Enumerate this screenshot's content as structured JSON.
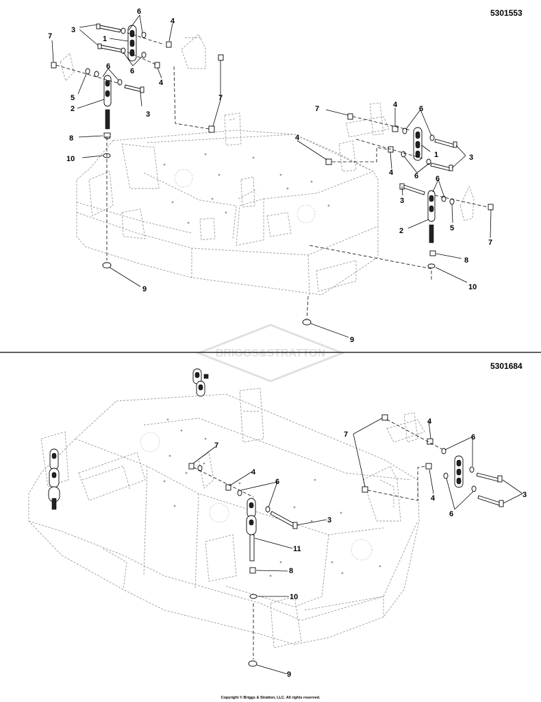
{
  "header": {
    "part_number_top": "5301553",
    "part_number_bottom": "5301684"
  },
  "watermark": {
    "text": "BRIGGS&STRATTON"
  },
  "footer": {
    "copyright": "Copyright © Briggs & Stratton, LLC. All rights reserved."
  },
  "top_callouts": [
    {
      "id": "t1",
      "label": "6"
    },
    {
      "id": "t2",
      "label": "3"
    },
    {
      "id": "t3",
      "label": "1"
    },
    {
      "id": "t4",
      "label": "4"
    },
    {
      "id": "t5",
      "label": "7"
    },
    {
      "id": "t6",
      "label": "6"
    },
    {
      "id": "t7",
      "label": "6"
    },
    {
      "id": "t8",
      "label": "4"
    },
    {
      "id": "t9",
      "label": "5"
    },
    {
      "id": "t10",
      "label": "3"
    },
    {
      "id": "t11",
      "label": "2"
    },
    {
      "id": "t12",
      "label": "7"
    },
    {
      "id": "t13",
      "label": "8"
    },
    {
      "id": "t14",
      "label": "10"
    },
    {
      "id": "t15",
      "label": "9"
    },
    {
      "id": "t16",
      "label": "7"
    },
    {
      "id": "t17",
      "label": "4"
    },
    {
      "id": "t18",
      "label": "6"
    },
    {
      "id": "t19",
      "label": "4"
    },
    {
      "id": "t20",
      "label": "1"
    },
    {
      "id": "t21",
      "label": "3"
    },
    {
      "id": "t22",
      "label": "4"
    },
    {
      "id": "t23",
      "label": "6"
    },
    {
      "id": "t24",
      "label": "3"
    },
    {
      "id": "t25",
      "label": "6"
    },
    {
      "id": "t26",
      "label": "2"
    },
    {
      "id": "t27",
      "label": "5"
    },
    {
      "id": "t28",
      "label": "7"
    },
    {
      "id": "t29",
      "label": "8"
    },
    {
      "id": "t30",
      "label": "10"
    },
    {
      "id": "t31",
      "label": "9"
    }
  ],
  "bottom_callouts": [
    {
      "id": "b1",
      "label": "7"
    },
    {
      "id": "b2",
      "label": "4"
    },
    {
      "id": "b3",
      "label": "6"
    },
    {
      "id": "b4",
      "label": "4"
    },
    {
      "id": "b5",
      "label": "3"
    },
    {
      "id": "b6",
      "label": "6"
    },
    {
      "id": "b7",
      "label": "7"
    },
    {
      "id": "b8",
      "label": "4"
    },
    {
      "id": "b9",
      "label": "6"
    },
    {
      "id": "b10",
      "label": "3"
    },
    {
      "id": "b11",
      "label": "11"
    },
    {
      "id": "b12",
      "label": "8"
    },
    {
      "id": "b13",
      "label": "10"
    },
    {
      "id": "b14",
      "label": "9"
    }
  ]
}
